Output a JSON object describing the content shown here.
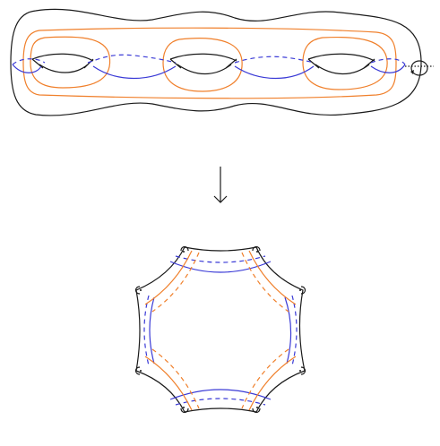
{
  "figure": {
    "top_surface": {
      "genus": 3,
      "handles": 3
    },
    "symmetry": {
      "icon": "rotation-arrow-icon"
    },
    "map": {
      "icon": "down-arrow-icon"
    },
    "bottom_polygon": {
      "sides": 8,
      "corner_markers": 8
    }
  },
  "colors": {
    "outline": "#1a1a1a",
    "orange": "#f07f2a",
    "blue": "#3a3ad6"
  }
}
